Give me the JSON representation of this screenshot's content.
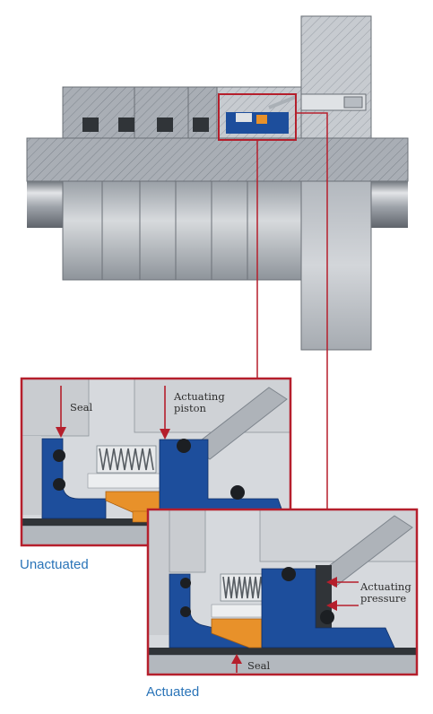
{
  "callouts": {
    "unactuated": {
      "caption": "Unactuated",
      "seal_label": "Seal",
      "piston_label_line1": "Actuating",
      "piston_label_line2": "piston"
    },
    "actuated": {
      "caption": "Actuated",
      "pressure_label_line1": "Actuating",
      "pressure_label_line2": "pressure",
      "seal_label": "Seal"
    }
  },
  "colors": {
    "seal_blue": "#1d4e9c",
    "insert_orange": "#e8912a",
    "callout_red": "#b51f2c",
    "caption_blue": "#2a74b8",
    "steel_gray": "#c2c6cb"
  }
}
